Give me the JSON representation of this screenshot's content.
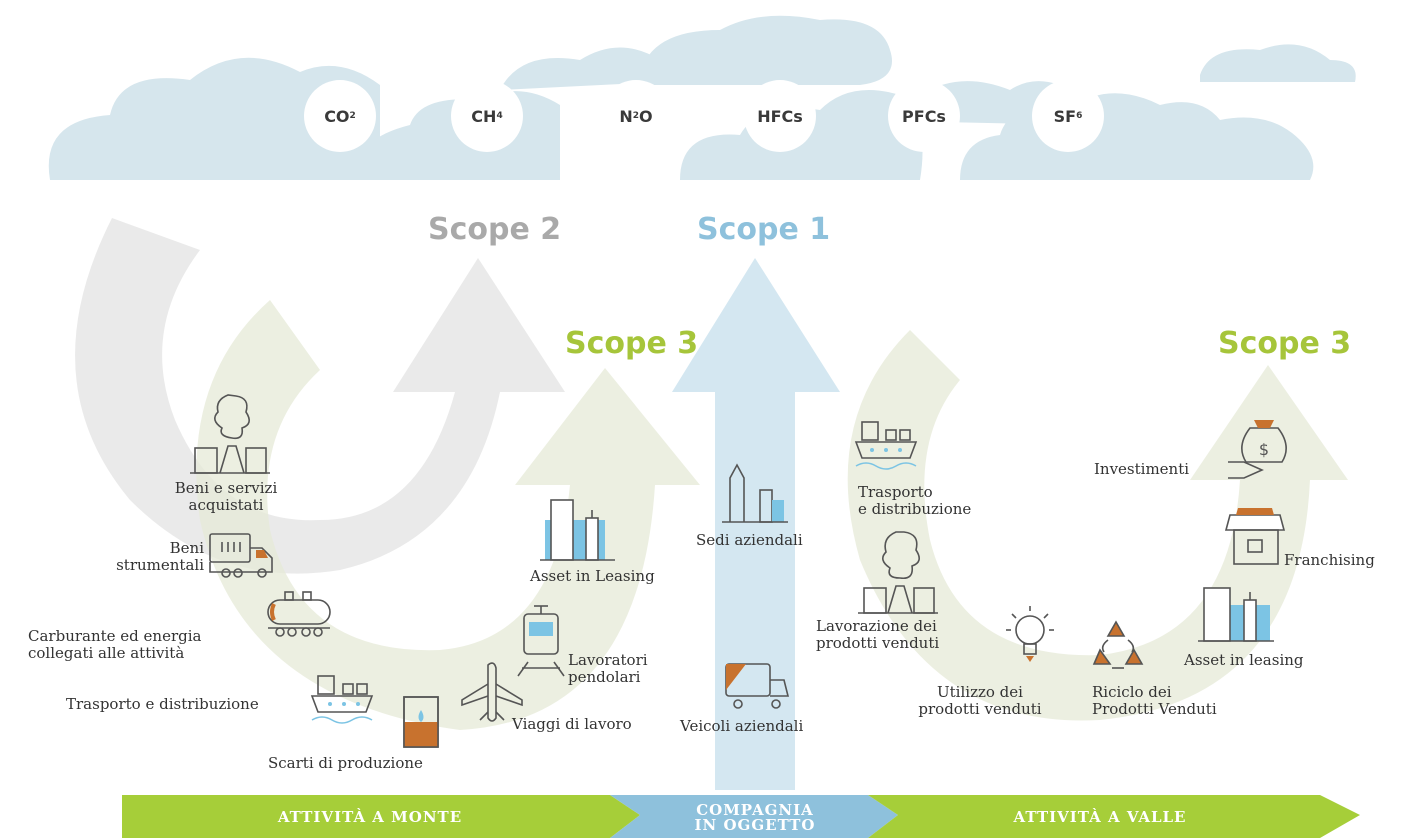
{
  "gases": [
    {
      "base": "CO",
      "sub": "2"
    },
    {
      "base": "CH",
      "sub": "4"
    },
    {
      "base": "N",
      "sub": "2",
      "tail": "O"
    },
    {
      "base": "HFCs",
      "sub": ""
    },
    {
      "base": "PFCs",
      "sub": ""
    },
    {
      "base": "SF",
      "sub": "6"
    }
  ],
  "scopes": {
    "scope2": "Scope 2",
    "scope1": "Scope 1",
    "scope3_left": "Scope 3",
    "scope3_right": "Scope 3"
  },
  "upstream": {
    "purchased_goods": "Beni e servizi\nacquistati",
    "capital_goods": "Beni\nstrumentali",
    "fuel_energy": "Carburante ed energia\ncollegati alle attività",
    "transport": "Trasporto e distribuzione",
    "waste": "Scarti di produzione",
    "business_travel": "Viaggi di lavoro",
    "commuting": "Lavoratori\npendolari",
    "leased_assets": "Asset in Leasing"
  },
  "company": {
    "facilities": "Sedi aziendali",
    "vehicles": "Veicoli aziendali"
  },
  "downstream": {
    "transport": "Trasporto\ne distribuzione",
    "processing": "Lavorazione dei\nprodotti venduti",
    "use": "Utilizzo dei\nprodotti venduti",
    "end_of_life": "Riciclo dei\nProdotti Venduti",
    "leased_assets": "Asset in leasing",
    "franchises": "Franchising",
    "investments": "Investimenti"
  },
  "band": {
    "upstream": "ATTIVITÀ A MONTE",
    "company": "COMPAGNIA\nIN OGGETTO",
    "downstream": "ATTIVITÀ A VALLE"
  },
  "colors": {
    "cloud": "#d6e6ed",
    "scope1": "#8ec1dc",
    "scope2": "#a9a9a9",
    "scope3": "#a6c53a",
    "green_band": "#a6ce39",
    "blue_band": "#8ec1dc",
    "icon_line": "#555555",
    "icon_blue": "#7cc4e4",
    "icon_orange": "#c8722e"
  }
}
